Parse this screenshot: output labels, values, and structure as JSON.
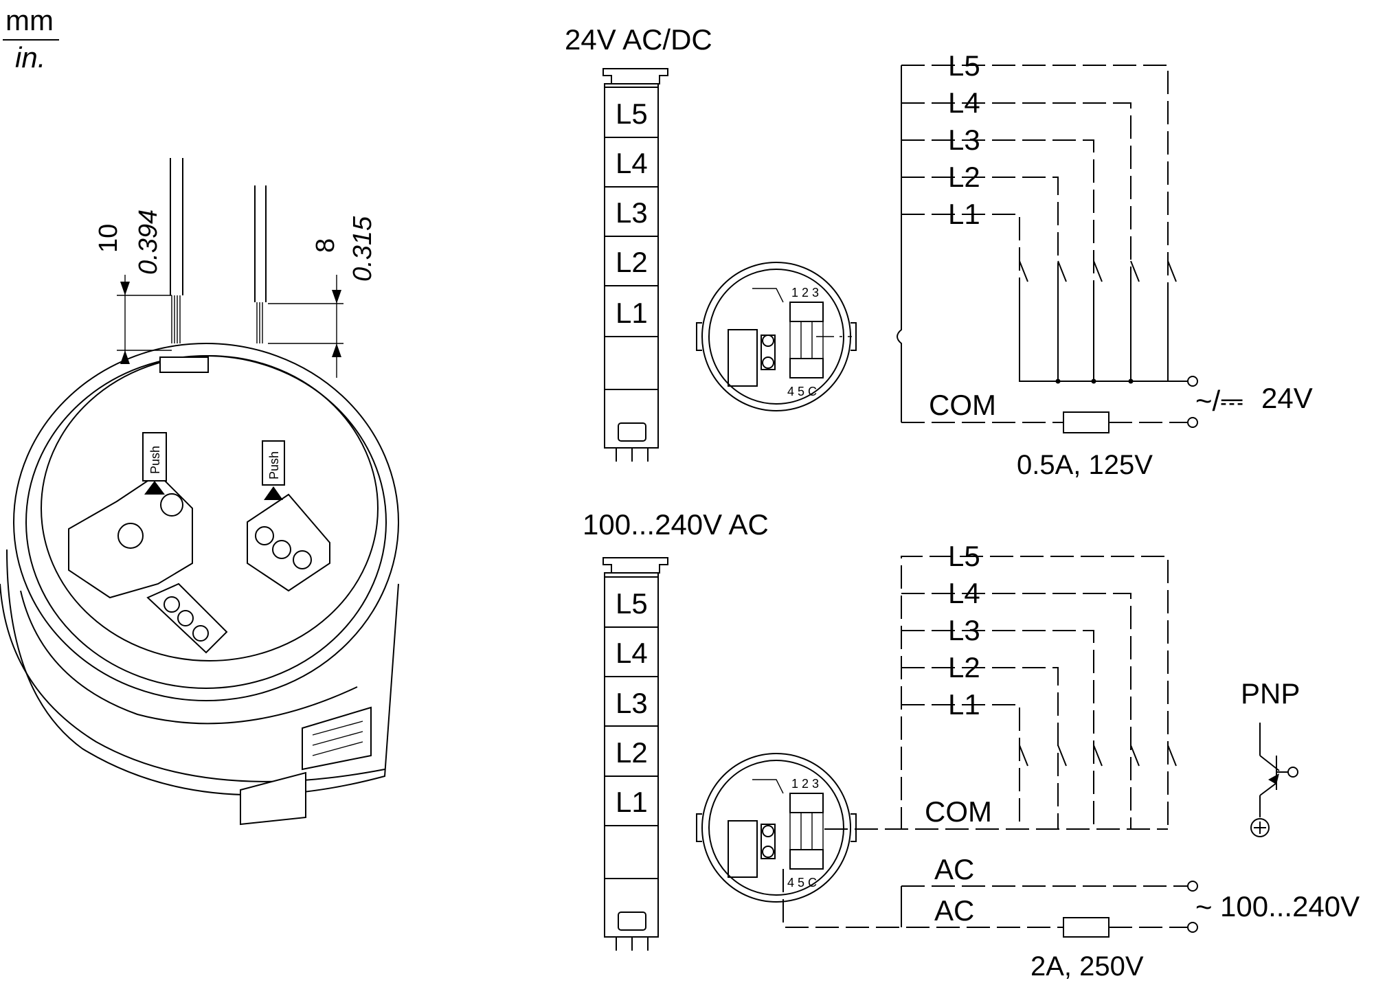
{
  "units": {
    "top": "mm",
    "bottom": "in."
  },
  "dimensions": {
    "strip_left": {
      "mm": "10",
      "in": "0.394"
    },
    "strip_right": {
      "mm": "8",
      "in": "0.315"
    }
  },
  "device": {
    "push_label_1": "Push",
    "push_label_2": "Push"
  },
  "top_circuit": {
    "title": "24V AC/DC",
    "stack_levels": [
      "L5",
      "L4",
      "L3",
      "L2",
      "L1"
    ],
    "wire_labels": [
      "L5",
      "L4",
      "L3",
      "L2",
      "L1"
    ],
    "common_label": "COM",
    "terminal_top": "1 2 3",
    "terminal_bottom": "4 5 C",
    "supply_symbol": "~/⎓",
    "supply_label": "24V",
    "fuse_label": "0.5A, 125V"
  },
  "bottom_circuit": {
    "title": "100...240V AC",
    "stack_levels": [
      "L5",
      "L4",
      "L3",
      "L2",
      "L1"
    ],
    "wire_labels": [
      "L5",
      "L4",
      "L3",
      "L2",
      "L1"
    ],
    "common_label": "COM",
    "terminal_top": "1 2 3",
    "terminal_bottom": "4 5 C",
    "ac_label_1": "AC",
    "ac_label_2": "AC",
    "supply_symbol": "~",
    "supply_label": "100...240V",
    "fuse_label": "2A, 250V"
  },
  "transistor": {
    "label": "PNP",
    "terminal": "⊕"
  }
}
